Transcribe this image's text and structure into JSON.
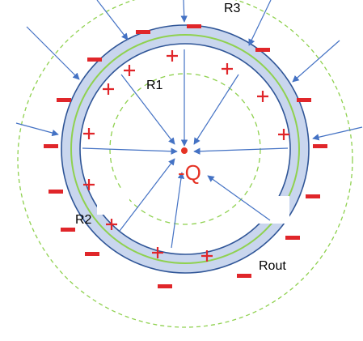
{
  "labels": {
    "r1": "R1",
    "r2": "R2",
    "r3": "R3",
    "rout": "Rout",
    "charge": "-Q"
  },
  "colors": {
    "shell_fill": "#c9d6ee",
    "shell_border": "#2f5597",
    "gaussian_surface": "#8fd14f",
    "field_arrow": "#4472c4",
    "charge": "#e53224"
  }
}
